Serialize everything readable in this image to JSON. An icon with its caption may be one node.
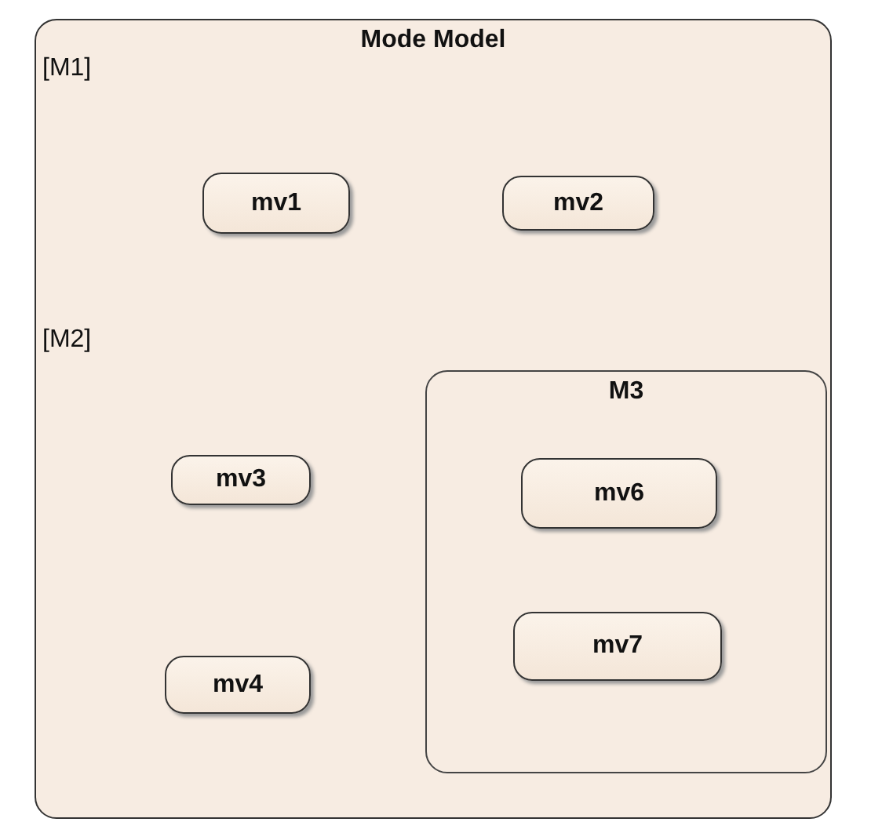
{
  "diagram": {
    "nodes": [
      {
        "text": [
          "Mode Model"
        ]
      },
      {
        "text": [
          "mv1"
        ],
        "in": 0
      },
      {
        "text": [
          "mv2"
        ],
        "in": 0
      },
      {
        "text": [
          "mv3"
        ],
        "in": 0
      },
      {
        "text": [
          "mv4"
        ],
        "in": 0
      },
      {
        "text": [
          "M3"
        ],
        "in": 0
      },
      {
        "text": [
          "mv6"
        ],
        "in": 5
      },
      {
        "text": [
          "mv7"
        ],
        "in": 5
      }
    ],
    "labels": [
      "[M1]",
      "[M2]"
    ]
  }
}
